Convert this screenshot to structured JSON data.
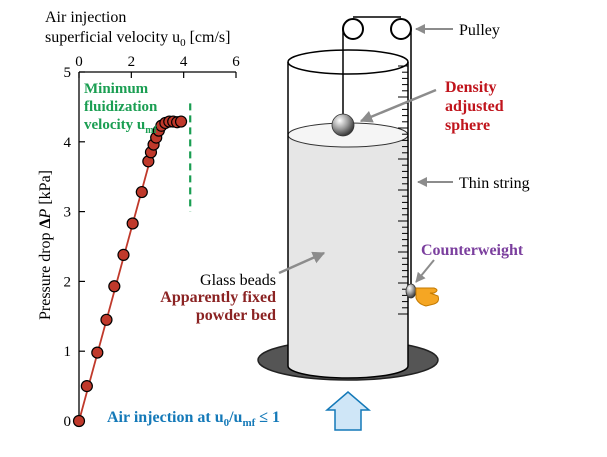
{
  "chart_data": {
    "type": "scatter",
    "title_line1": "Air injection",
    "title_line2": "superficial velocity u",
    "title_sub": "0",
    "title_unit": " [cm/s]",
    "ylabel_prefix": "Pressure drop ",
    "ylabel_delta": "Δ",
    "ylabel_var": "P",
    "ylabel_unit": " [kPa]",
    "xlim": [
      0,
      6
    ],
    "ylim": [
      0,
      5
    ],
    "x_ticks": [
      "0",
      "2",
      "4",
      "6"
    ],
    "y_ticks": [
      "0",
      "1",
      "2",
      "3",
      "4",
      "5"
    ],
    "marker_color": "#c0392b",
    "line_color": "#c0392b",
    "points": [
      {
        "x": 0.0,
        "y": 0.0
      },
      {
        "x": 0.3,
        "y": 0.5
      },
      {
        "x": 0.7,
        "y": 0.98
      },
      {
        "x": 1.05,
        "y": 1.45
      },
      {
        "x": 1.35,
        "y": 1.93
      },
      {
        "x": 1.7,
        "y": 2.38
      },
      {
        "x": 2.05,
        "y": 2.83
      },
      {
        "x": 2.4,
        "y": 3.28
      },
      {
        "x": 2.65,
        "y": 3.72
      },
      {
        "x": 2.75,
        "y": 3.85
      },
      {
        "x": 2.85,
        "y": 3.96
      },
      {
        "x": 2.95,
        "y": 4.06
      },
      {
        "x": 3.05,
        "y": 4.16
      },
      {
        "x": 3.15,
        "y": 4.23
      },
      {
        "x": 3.3,
        "y": 4.27
      },
      {
        "x": 3.45,
        "y": 4.29
      },
      {
        "x": 3.6,
        "y": 4.29
      },
      {
        "x": 3.75,
        "y": 4.28
      },
      {
        "x": 3.9,
        "y": 4.29
      }
    ],
    "fit_line": {
      "x": [
        0,
        3.05
      ],
      "y": [
        0,
        4.2
      ]
    },
    "umf": {
      "x": 4.25,
      "color": "#1a9e52",
      "label_line1": "Minimum",
      "label_line2": "fluidization",
      "label_line3": "velocity u",
      "label_sub": "mf"
    }
  },
  "diagram": {
    "pulley_label": "Pulley",
    "sphere_label_line1": "Density",
    "sphere_label_line2": "adjusted",
    "sphere_label_line3": "sphere",
    "string_label": "Thin string",
    "counterweight_label": "Counterweight",
    "beads_label": "Glass beads",
    "bed_label_line1": "Apparently fixed",
    "bed_label_line2": "powder bed",
    "air_label_prefix": "Air injection at u",
    "air_label_sub1": "0",
    "air_label_mid": "/u",
    "air_label_sub2": "mf",
    "air_label_suffix": " ≤ 1",
    "colors": {
      "red_label": "#c0141c",
      "bed_label": "#8b2323",
      "purple": "#7b3f9e",
      "blue": "#1479b8",
      "arrow_gray": "#8c8c8c",
      "base_dark": "#555555",
      "bed_fill": "#e6e6e6",
      "hand": "#f5a623"
    }
  }
}
